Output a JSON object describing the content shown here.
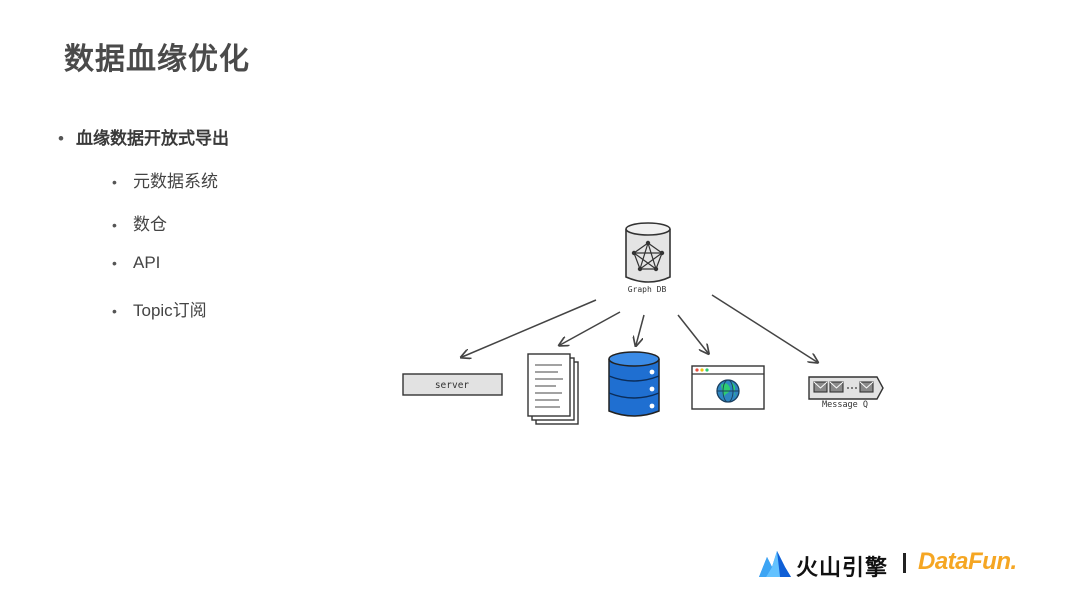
{
  "slide": {
    "title": "数据血缘优化"
  },
  "bullets": {
    "main": "血缘数据开放式导出",
    "sub": [
      "元数据系统",
      "数仓",
      "API",
      "Topic订阅"
    ]
  },
  "diagram": {
    "source_label": "Graph DB",
    "targets": {
      "server": "server",
      "message_queue": "Message Q"
    }
  },
  "footer": {
    "brand_cn": "火山引擎",
    "brand_df": "DataFun."
  }
}
